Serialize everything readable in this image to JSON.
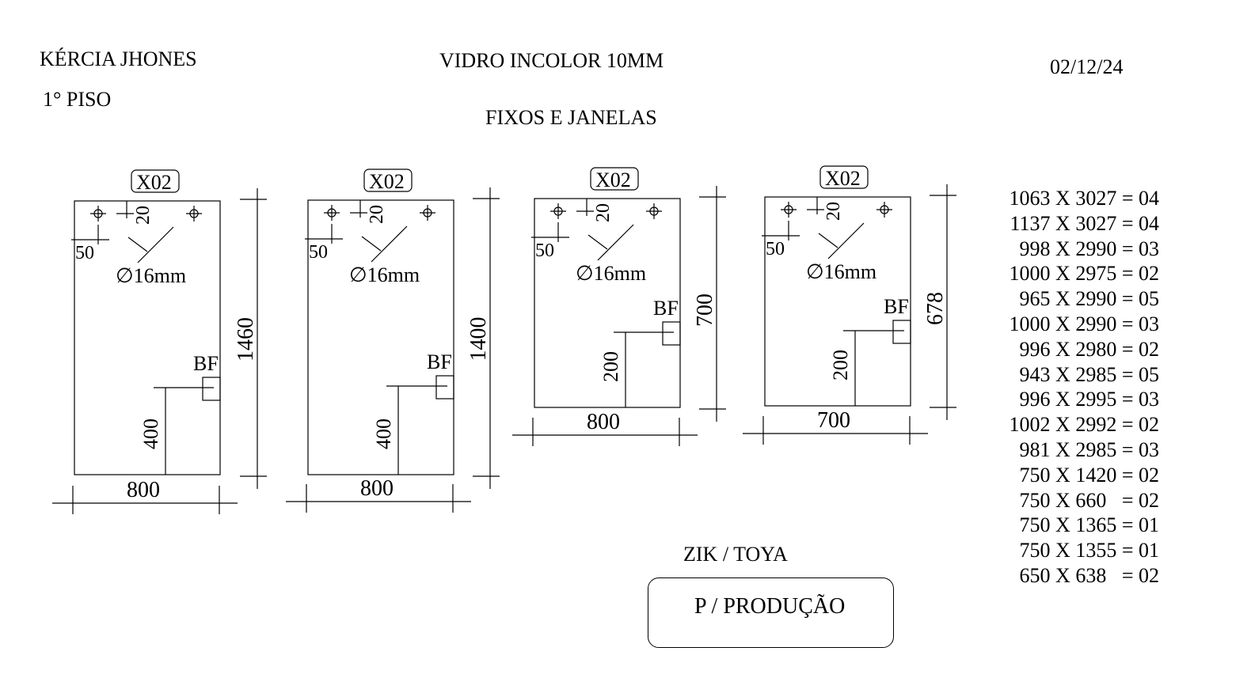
{
  "header": {
    "client": "KÉRCIA JHONES",
    "floor": "1° PISO",
    "glass": "VIDRO INCOLOR 10MM",
    "date": "02/12/24",
    "subtitle": "FIXOS E JANELAS"
  },
  "panels": [
    {
      "qty_tag": "X02",
      "width": "800",
      "height": "1460",
      "hole_offset_top": "20",
      "hole_offset_side": "50",
      "hole_diameter": "∅16mm",
      "bf_label": "BF",
      "bf_height": "400"
    },
    {
      "qty_tag": "X02",
      "width": "800",
      "height": "1400",
      "hole_offset_top": "20",
      "hole_offset_side": "50",
      "hole_diameter": "∅16mm",
      "bf_label": "BF",
      "bf_height": "400"
    },
    {
      "qty_tag": "X02",
      "width": "800",
      "height": "700",
      "hole_offset_top": "20",
      "hole_offset_side": "50",
      "hole_diameter": "∅16mm",
      "bf_label": "BF",
      "bf_height": "200"
    },
    {
      "qty_tag": "X02",
      "width": "700",
      "height": "678",
      "hole_offset_top": "20",
      "hole_offset_side": "50",
      "hole_diameter": "∅16mm",
      "bf_label": "BF",
      "bf_height": "200"
    }
  ],
  "cut_list": [
    "1063 X 3027 = 04",
    "1137 X 3027 = 04",
    "998 X 2990 = 03",
    "1000 X 2975 = 02",
    "965 X 2990 = 05",
    "1000 X 2990 = 03",
    "996 X 2980 = 02",
    "943 X 2985 = 05",
    "996 X 2995 = 03",
    "1002 X 2992 = 02",
    "981 X 2985 = 03",
    "750 X 1420 = 02",
    "750 X 660   = 02",
    "750 X 1365 = 01",
    "750 X 1355 = 01",
    "650 X 638   = 02"
  ],
  "footer": {
    "installers": "ZIK / TOYA",
    "stamp": "P / PRODUÇÃO"
  }
}
